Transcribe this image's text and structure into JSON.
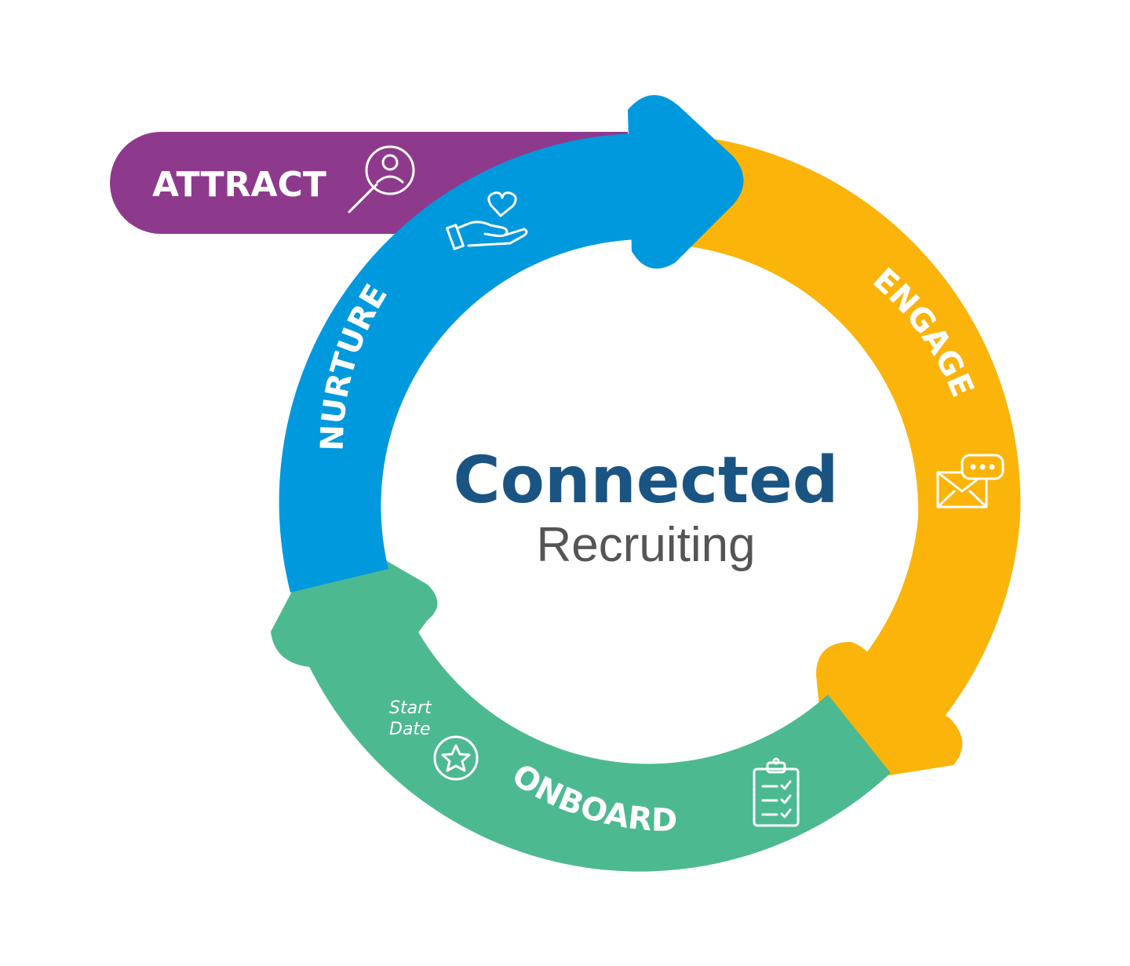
{
  "title": {
    "main": "Connected",
    "sub": "Recruiting"
  },
  "stages": [
    {
      "id": "attract",
      "label": "ATTRACT",
      "color": "#8e3a8c",
      "icon": "person-search-icon"
    },
    {
      "id": "nurture",
      "label": "NURTURE",
      "color": "#0099dd",
      "icon": "hand-heart-icon"
    },
    {
      "id": "engage",
      "label": "ENGAGE",
      "color": "#fbb40a",
      "icon": "envelope-chat-icon"
    },
    {
      "id": "onboard",
      "label": "ONBOARD",
      "color": "#4db991",
      "icon": "clipboard-checklist-icon"
    }
  ],
  "onboard_note": {
    "line1": "Start",
    "line2": "Date",
    "icon": "star-badge-icon"
  }
}
